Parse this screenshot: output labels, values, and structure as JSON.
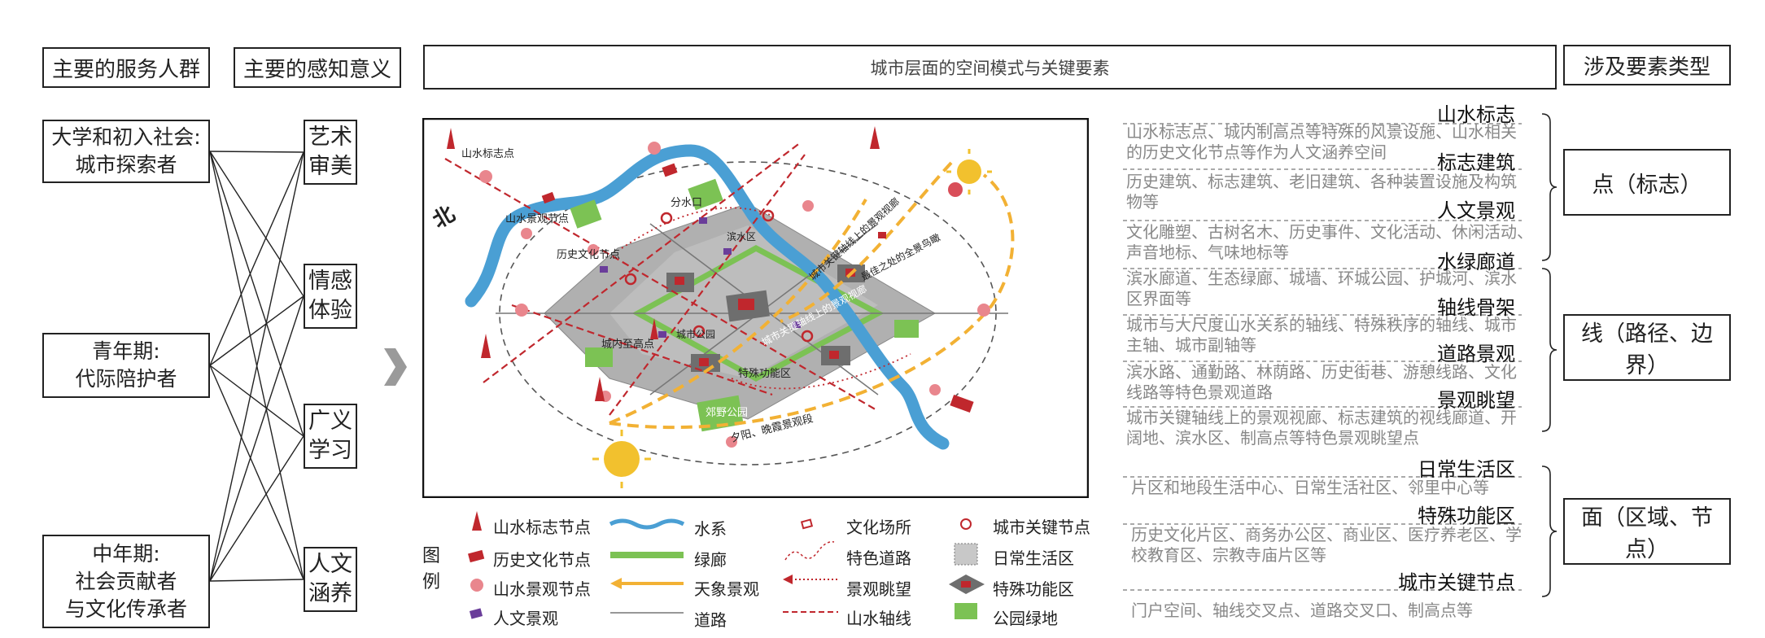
{
  "headers": {
    "groups": "主要的服务人群",
    "senses": "主要的感知意义",
    "spatial": "城市层面的空间模式与关键要素",
    "types": "涉及要素类型"
  },
  "groups": [
    {
      "line1": "大学和初入社会:",
      "line2": "城市探索者",
      "line3": ""
    },
    {
      "line1": "青年期:",
      "line2": "代际陪护者",
      "line3": ""
    },
    {
      "line1": "中年期:",
      "line2": "社会贡献者",
      "line3": "与文化传承者"
    }
  ],
  "senses": [
    {
      "line1": "艺术",
      "line2": "审美"
    },
    {
      "line1": "情感",
      "line2": "体验"
    },
    {
      "line1": "广义",
      "line2": "学习"
    },
    {
      "line1": "人文",
      "line2": "涵养"
    }
  ],
  "map_labels": {
    "shanshui_landmark": "山水标志点",
    "north": "北",
    "fenshuikou": "分水口",
    "shanshui_node": "山水景观节点",
    "heritage_node": "历史文化节点",
    "binshui": "滨水区",
    "axis_view": "城市关键轴线上的景观视廊",
    "panorama": "最佳之处的全景鸟瞰",
    "city_park": "城市公园",
    "highpoint": "城内至高点",
    "key_axis": "城市关键轴线上的景观视廊",
    "special_zone": "特殊功能区",
    "suburb_park": "郊野公园",
    "sunset": "夕阳、晚霞景观段"
  },
  "legend": {
    "title1": "图",
    "title2": "例",
    "items": [
      "山水标志节点",
      "水系",
      "文化场所",
      "城市关键节点",
      "历史文化节点",
      "绿廊",
      "特色道路",
      "日常生活区",
      "山水景观节点",
      "天象景观",
      "景观眺望",
      "特殊功能区",
      "人文景观",
      "道路",
      "山水轴线",
      "公园绿地"
    ]
  },
  "categories": [
    {
      "title": "山水标志",
      "desc1": "山水标志点、城内制高点等特殊的风景设施、山水相关",
      "desc2": "的历史文化节点等作为人文涵养空间"
    },
    {
      "title": "标志建筑",
      "desc1": "历史建筑、标志建筑、老旧建筑、各种装置设施及构筑",
      "desc2": "物等"
    },
    {
      "title": "人文景观",
      "desc1": "文化雕塑、古树名木、历史事件、文化活动、休闲活动、",
      "desc2": "声音地标、气味地标等"
    },
    {
      "title": "水绿廊道",
      "desc1": "滨水廊道、生态绿廊、城墙、环城公园、护城河、滨水",
      "desc2": "区界面等"
    },
    {
      "title": "轴线骨架",
      "desc1": "城市与大尺度山水关系的轴线、特殊秩序的轴线、城市",
      "desc2": "主轴、城市副轴等"
    },
    {
      "title": "道路景观",
      "desc1": "滨水路、通勤路、林荫路、历史街巷、游憩线路、文化",
      "desc2": "线路等特色景观道路"
    },
    {
      "title": "景观眺望",
      "desc1": "城市关键轴线上的景观视廊、标志建筑的视线廊道、开",
      "desc2": "阔地、滨水区、制高点等特色景观眺望点"
    },
    {
      "title": "日常生活区",
      "desc1": "片区和地段生活中心、日常生活社区、邻里中心等",
      "desc2": ""
    },
    {
      "title": "特殊功能区",
      "desc1": "历史文化片区、商务办公区、商业区、医疗养老区、学",
      "desc2": "校教育区、宗教寺庙片区等"
    },
    {
      "title": "城市关键节点",
      "desc1": "门户空间、轴线交叉点、道路交叉口、制高点等",
      "desc2": ""
    }
  ],
  "types": [
    "点（标志）",
    "线（路径、边界）",
    "面（区域、节点）"
  ],
  "colors": {
    "red": "#c0272d",
    "blue": "#4a9fd4",
    "green": "#7cc254",
    "orange": "#f2b134",
    "purple": "#6a3d9a",
    "gray": "#a9a9a9"
  }
}
